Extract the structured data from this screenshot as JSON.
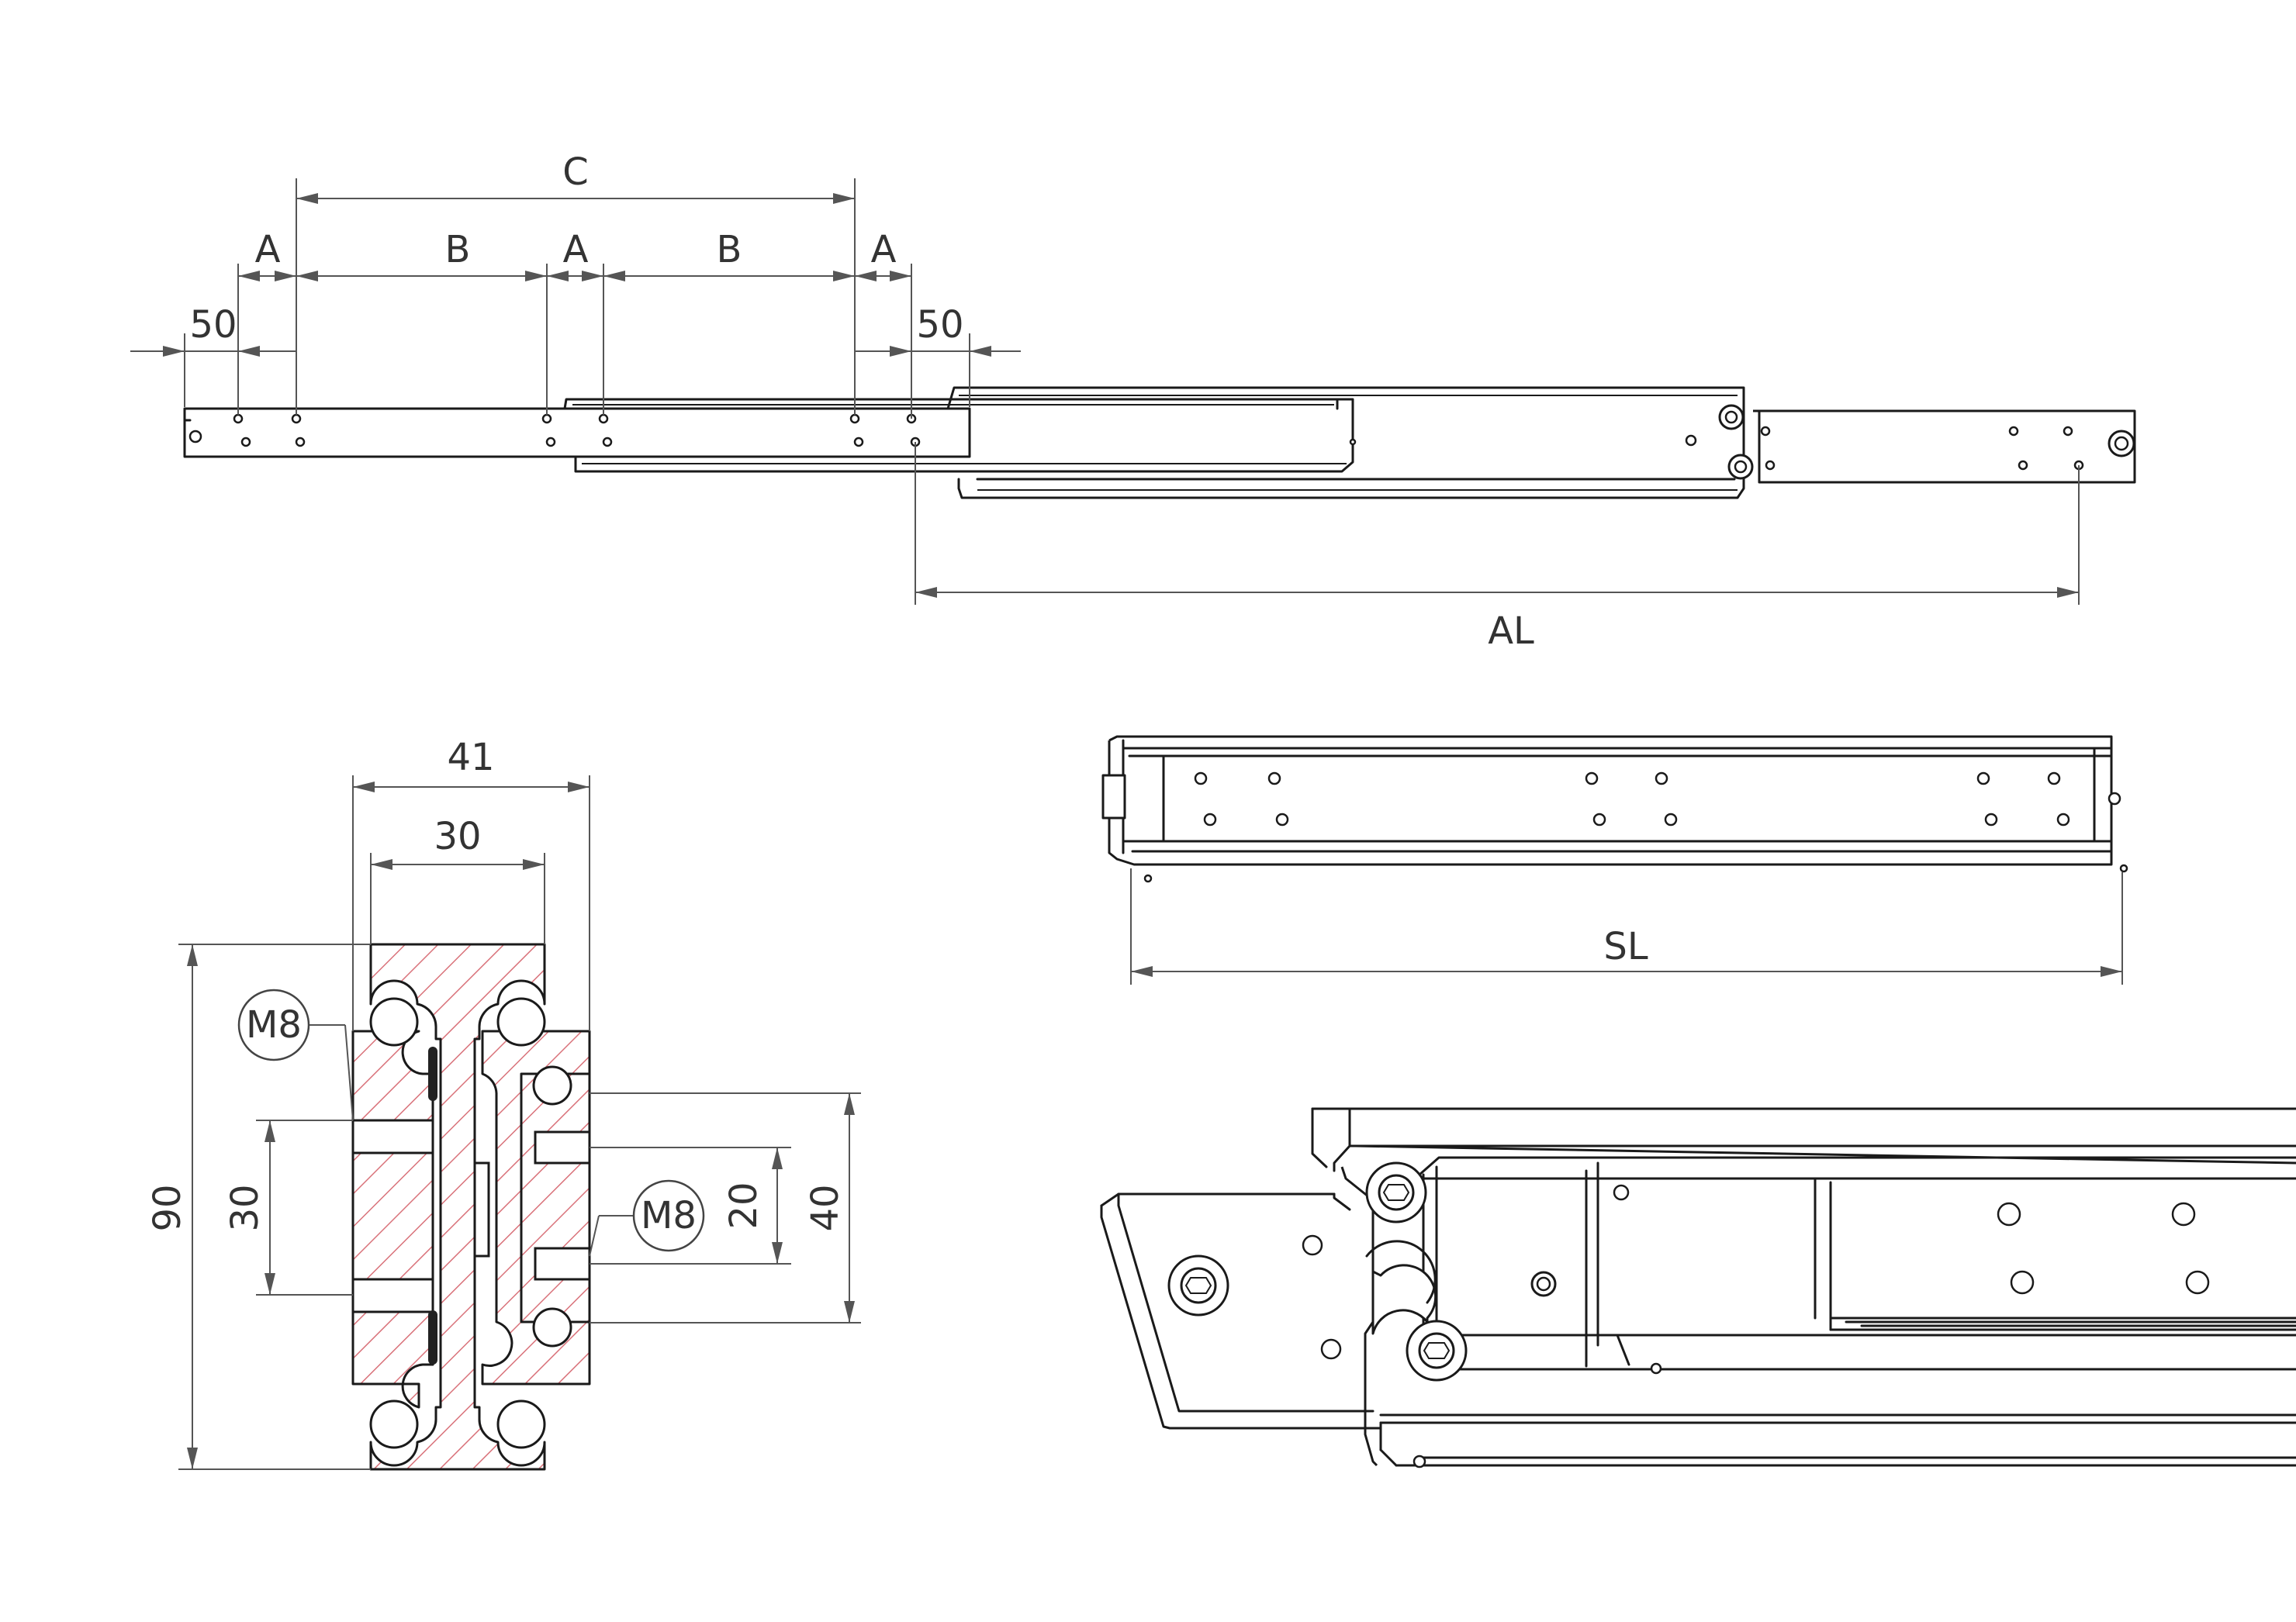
{
  "top_view": {
    "dims": {
      "c": "C",
      "a1": "A",
      "b1": "B",
      "a2": "A",
      "b2": "B",
      "a3": "A",
      "left_50": "50",
      "right_50": "50",
      "al": "AL"
    }
  },
  "section_view": {
    "dims": {
      "w41": "41",
      "w30": "30",
      "h90": "90",
      "h30": "30",
      "h20": "20",
      "h40": "40"
    },
    "callouts": {
      "upper": "M8",
      "lower": "M8"
    },
    "hatch_color": "#d9727a"
  },
  "closed_view": {
    "dims": {
      "sl": "SL"
    }
  },
  "detail_view": {
    "icons": [
      "hex-socket-screw-icon",
      "hex-socket-screw-icon",
      "hex-socket-screw-icon"
    ]
  }
}
